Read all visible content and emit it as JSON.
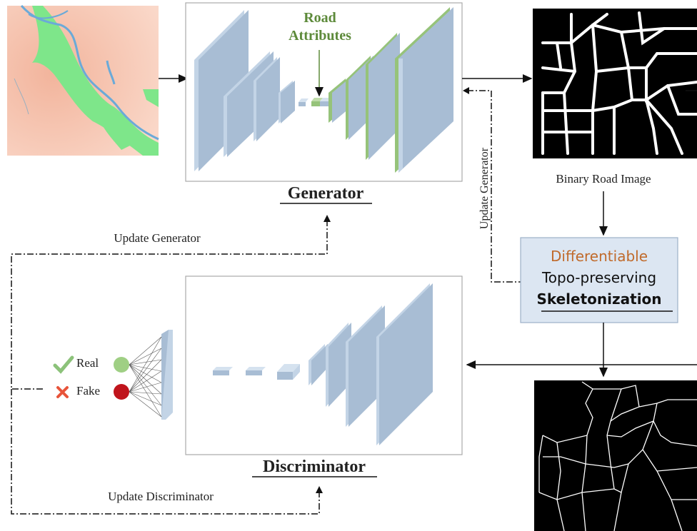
{
  "generator": {
    "title": "Generator",
    "attribute_label_line1": "Road",
    "attribute_label_line2": "Attributes"
  },
  "discriminator": {
    "title": "Discriminator",
    "outputs": [
      {
        "label": "Real",
        "mark": "check-icon"
      },
      {
        "label": "Fake",
        "mark": "cross-icon"
      }
    ]
  },
  "binary_road_image_caption": "Binary Road Image",
  "skeletonization": {
    "line1": "Differentiable",
    "line2": "Topo-preserving",
    "line3": "Skeletonization"
  },
  "feedback": {
    "update_generator_left": "Update Generator",
    "update_generator_vertical": "Update Generator",
    "update_discriminator": "Update Discriminator"
  },
  "colors": {
    "layer_fill": "#a8bdd4",
    "layer_side": "#c3d4e6",
    "road_attribute_green": "#96c37a",
    "title_green": "#5d8a3a",
    "differentiable_orange": "#c06a2b",
    "skeleton_box_fill": "#dce6f2",
    "real_dot": "#9fcf84",
    "fake_dot": "#c0141c",
    "map_background": "#f6c7b4",
    "map_green": "#7ee68a",
    "map_river": "#6aaad8"
  }
}
